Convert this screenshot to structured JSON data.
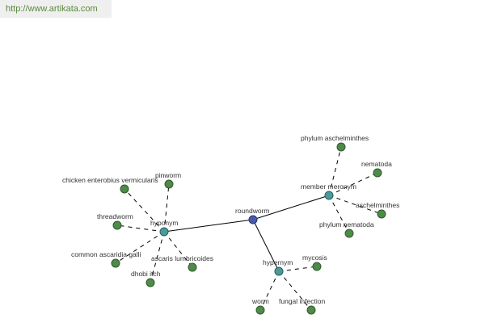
{
  "header": {
    "url": "http://www.artikata.com"
  },
  "colors": {
    "leaf": "#4e8a48",
    "hub": "#4a9a9a",
    "root": "#4a5aa8",
    "link_text": "#5a8a3a"
  },
  "graph": {
    "nodes": [
      {
        "id": "roundworm",
        "label": "roundworm",
        "kind": "root"
      },
      {
        "id": "hyponym",
        "label": "hyponym",
        "kind": "hub"
      },
      {
        "id": "member-meronym",
        "label": "member meronym",
        "kind": "hub"
      },
      {
        "id": "hypernym",
        "label": "hypernym",
        "kind": "hub"
      },
      {
        "id": "chicken-enterobius-vermicularis",
        "label": "chicken enterobius vermicularis",
        "kind": "leaf"
      },
      {
        "id": "pinworm",
        "label": "pinworm",
        "kind": "leaf"
      },
      {
        "id": "threadworm",
        "label": "threadworm",
        "kind": "leaf"
      },
      {
        "id": "common-ascaridia-galli",
        "label": "common ascaridia galli",
        "kind": "leaf"
      },
      {
        "id": "ascaris-lumbricoides",
        "label": "ascaris lumbricoides",
        "kind": "leaf"
      },
      {
        "id": "dhobi-itch",
        "label": "dhobi itch",
        "kind": "leaf"
      },
      {
        "id": "phylum-aschelminthes",
        "label": "phylum aschelminthes",
        "kind": "leaf"
      },
      {
        "id": "nematoda",
        "label": "nematoda",
        "kind": "leaf"
      },
      {
        "id": "aschelminthes",
        "label": "aschelminthes",
        "kind": "leaf"
      },
      {
        "id": "phylum-nematoda",
        "label": "phylum nematoda",
        "kind": "leaf"
      },
      {
        "id": "mycosis",
        "label": "mycosis",
        "kind": "leaf"
      },
      {
        "id": "worm",
        "label": "worm",
        "kind": "leaf"
      },
      {
        "id": "fungal-infection",
        "label": "fungal infection",
        "kind": "leaf"
      }
    ],
    "edges": [
      {
        "from": "roundworm",
        "to": "hyponym",
        "style": "solid"
      },
      {
        "from": "roundworm",
        "to": "member-meronym",
        "style": "solid"
      },
      {
        "from": "roundworm",
        "to": "hypernym",
        "style": "solid"
      },
      {
        "from": "hyponym",
        "to": "chicken-enterobius-vermicularis",
        "style": "dashed"
      },
      {
        "from": "hyponym",
        "to": "pinworm",
        "style": "dashed"
      },
      {
        "from": "hyponym",
        "to": "threadworm",
        "style": "dashed"
      },
      {
        "from": "hyponym",
        "to": "common-ascaridia-galli",
        "style": "dashed"
      },
      {
        "from": "hyponym",
        "to": "ascaris-lumbricoides",
        "style": "dashed"
      },
      {
        "from": "hyponym",
        "to": "dhobi-itch",
        "style": "dashed"
      },
      {
        "from": "member-meronym",
        "to": "phylum-aschelminthes",
        "style": "dashed"
      },
      {
        "from": "member-meronym",
        "to": "nematoda",
        "style": "dashed"
      },
      {
        "from": "member-meronym",
        "to": "aschelminthes",
        "style": "dashed"
      },
      {
        "from": "member-meronym",
        "to": "phylum-nematoda",
        "style": "dashed"
      },
      {
        "from": "hypernym",
        "to": "mycosis",
        "style": "dashed"
      },
      {
        "from": "hypernym",
        "to": "worm",
        "style": "dashed"
      },
      {
        "from": "hypernym",
        "to": "fungal-infection",
        "style": "dashed"
      }
    ]
  }
}
